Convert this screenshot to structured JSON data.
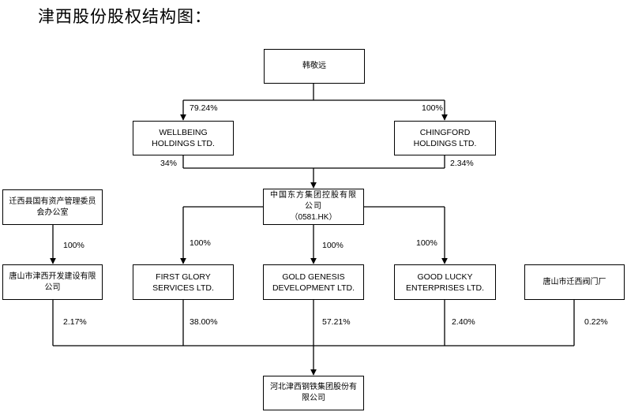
{
  "title": "津西股份股权结构图：",
  "nodes": {
    "han": "韩敬远",
    "wellbeing": "WELLBEING HOLDINGS LTD.",
    "chingford": "CHINGFORD HOLDINGS LTD.",
    "china_orient": "中国东方集团控股有限公司",
    "china_orient_code": "（0581.HK）",
    "qianxi_sasac": "迁西县国有资产管理委员会办公室",
    "tangshan_dev": "唐山市津西开发建设有限公司",
    "first_glory": "FIRST GLORY SERVICES LTD.",
    "gold_genesis": "GOLD GENESIS DEVELOPMENT LTD.",
    "good_lucky": "GOOD LUCKY ENTERPRISES LTD.",
    "tangshan_valve": "唐山市迁西阀门厂",
    "hebei_jinxi": "河北津西钢铁集团股份有限公司"
  },
  "percentages": {
    "han_to_wellbeing": "79.24%",
    "han_to_chingford": "100%",
    "wellbeing_to_orient": "34%",
    "chingford_to_orient": "2.34%",
    "sasac_to_tangshan_dev": "100%",
    "orient_to_first_glory": "100%",
    "orient_to_gold_genesis": "100%",
    "orient_to_good_lucky": "100%",
    "tangshan_dev_to_hebei": "2.17%",
    "first_glory_to_hebei": "38.00%",
    "gold_genesis_to_hebei": "57.21%",
    "good_lucky_to_hebei": "2.40%",
    "valve_to_hebei": "0.22%"
  }
}
